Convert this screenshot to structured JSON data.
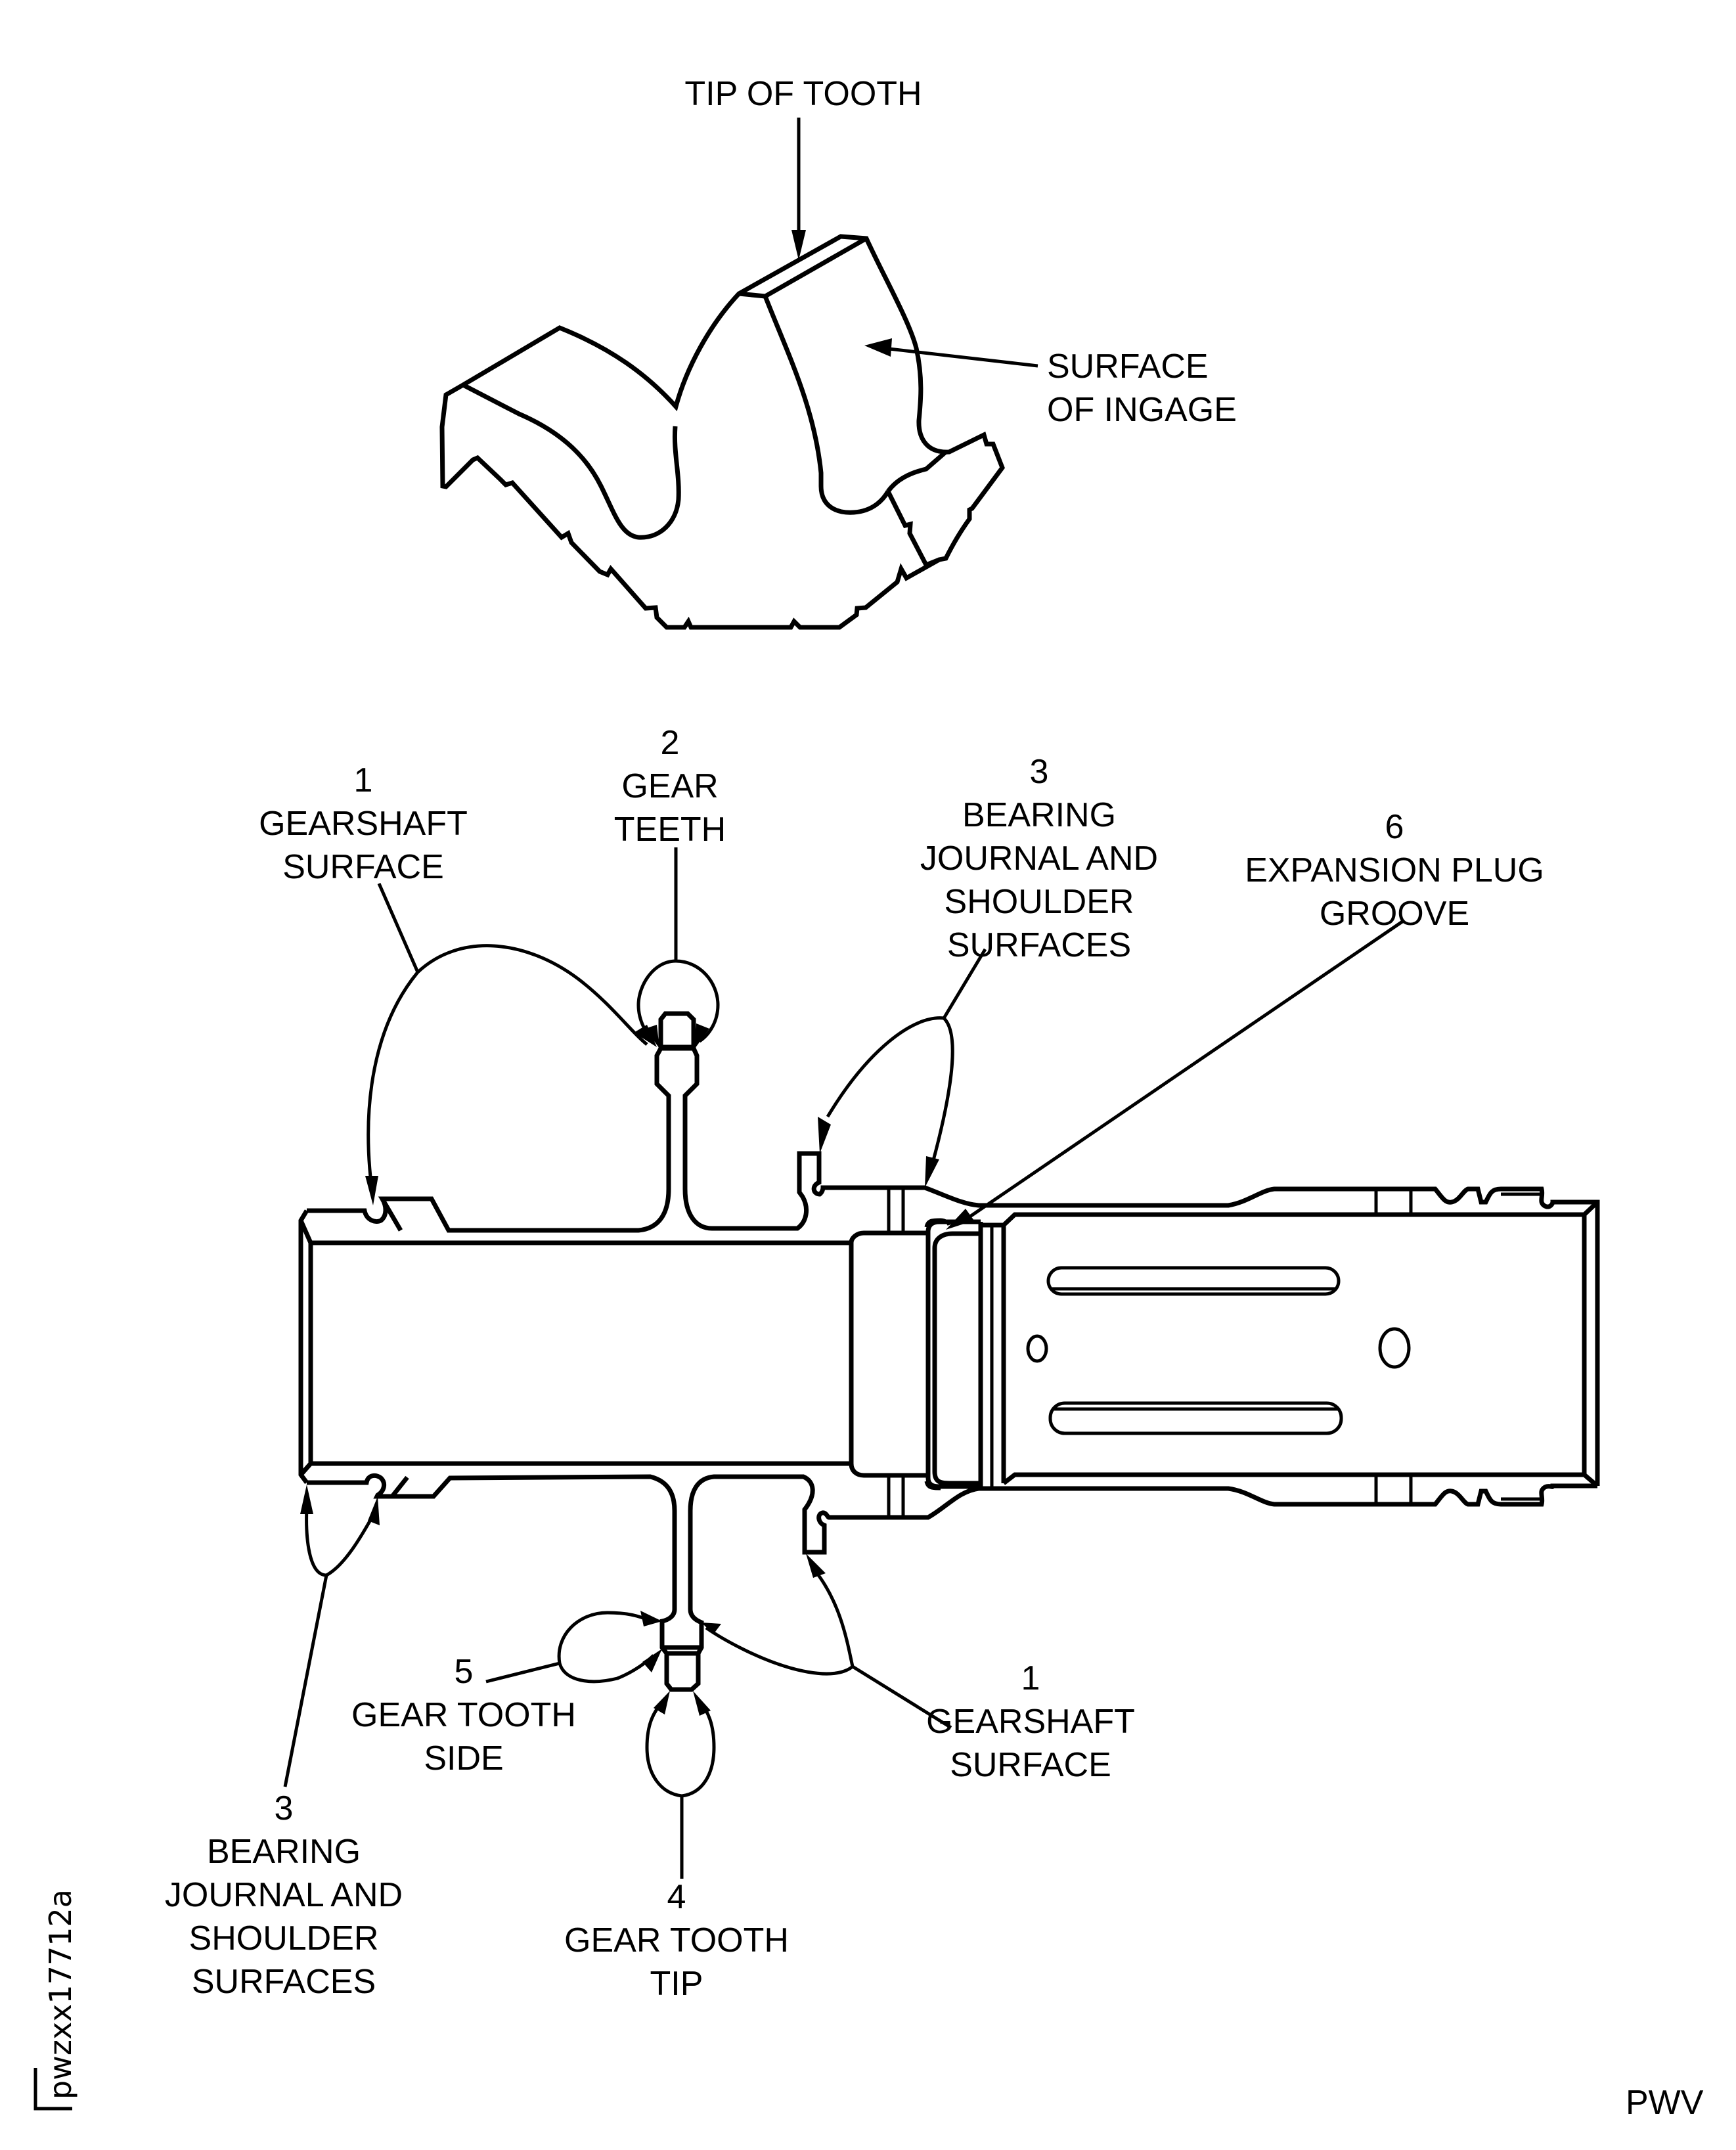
{
  "figure": {
    "top_view": {
      "callouts": [
        {
          "key": "tip_of_tooth",
          "lines": [
            "TIP OF TOOTH"
          ]
        },
        {
          "key": "surface_of_ingage",
          "lines": [
            "SURFACE",
            "OF INGAGE"
          ]
        }
      ]
    },
    "shaft_view": {
      "callouts": [
        {
          "key": "gearshaft_surface_top",
          "number": "1",
          "lines": [
            "GEARSHAFT",
            "SURFACE"
          ]
        },
        {
          "key": "gear_teeth",
          "number": "2",
          "lines": [
            "GEAR",
            "TEETH"
          ]
        },
        {
          "key": "bearing_journal_top",
          "number": "3",
          "lines": [
            "BEARING",
            "JOURNAL AND",
            "SHOULDER",
            "SURFACES"
          ]
        },
        {
          "key": "expansion_plug_groove",
          "number": "6",
          "lines": [
            "EXPANSION PLUG",
            "GROOVE"
          ]
        },
        {
          "key": "gear_tooth_side",
          "number": "5",
          "lines": [
            "GEAR TOOTH",
            "SIDE"
          ]
        },
        {
          "key": "gearshaft_surface_bottom",
          "number": "1",
          "lines": [
            "GEARSHAFT",
            "SURFACE"
          ]
        },
        {
          "key": "bearing_journal_bottom",
          "number": "3",
          "lines": [
            "BEARING",
            "JOURNAL AND",
            "SHOULDER",
            "SURFACES"
          ]
        },
        {
          "key": "gear_tooth_tip",
          "number": "4",
          "lines": [
            "GEAR TOOTH",
            "TIP"
          ]
        }
      ]
    },
    "figure_id": "pwzxx17712a",
    "publisher_code": "PWV"
  }
}
